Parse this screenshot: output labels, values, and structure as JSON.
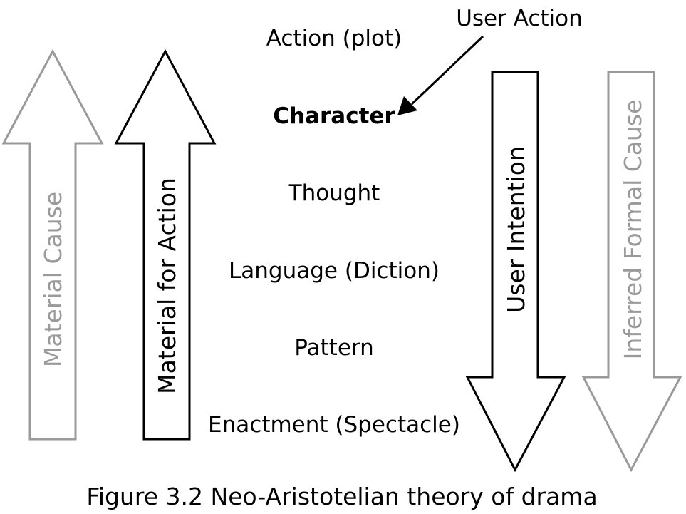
{
  "diagram": {
    "levels": [
      {
        "label": "Action (plot)",
        "emphasis": false
      },
      {
        "label": "Character",
        "emphasis": true
      },
      {
        "label": "Thought",
        "emphasis": false
      },
      {
        "label": "Language (Diction)",
        "emphasis": false
      },
      {
        "label": "Pattern",
        "emphasis": false
      },
      {
        "label": "Enactment (Spectacle)",
        "emphasis": false
      }
    ],
    "user_action_label": "User Action",
    "arrows": {
      "material_cause": {
        "label": "Material Cause",
        "direction": "up",
        "color": "#9a9a9a"
      },
      "material_for_action": {
        "label": "Material for Action",
        "direction": "up",
        "color": "#000000"
      },
      "user_intention": {
        "label": "User Intention",
        "direction": "down",
        "color": "#000000"
      },
      "inferred_formal_cause": {
        "label": "Inferred Formal Cause",
        "direction": "down",
        "color": "#9a9a9a"
      }
    },
    "caption": "Figure 3.2 Neo-Aristotelian theory of drama"
  }
}
